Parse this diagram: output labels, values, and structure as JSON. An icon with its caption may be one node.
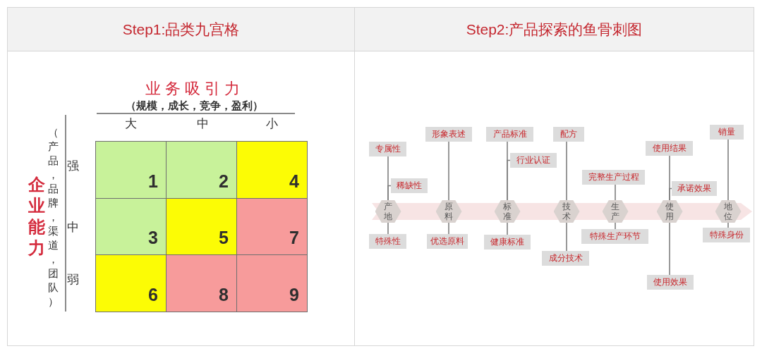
{
  "diagram": {
    "nodes": [
      {
        "text": [
          "Step1:品类九宫格"
        ]
      },
      {
        "text": [
          "Step2:产品探索的鱼骨刺图"
        ]
      },
      {
        "text": [
          "1"
        ],
        "in": 0
      },
      {
        "text": [
          "2"
        ],
        "in": 0
      },
      {
        "text": [
          "4"
        ],
        "in": 0
      },
      {
        "text": [
          "3"
        ],
        "in": 0
      },
      {
        "text": [
          "5"
        ],
        "in": 0
      },
      {
        "text": [
          "7"
        ],
        "in": 0
      },
      {
        "text": [
          "6"
        ],
        "in": 0
      },
      {
        "text": [
          "8"
        ],
        "in": 0
      },
      {
        "text": [
          "9"
        ],
        "in": 0
      },
      {
        "text": [
          "专属性"
        ],
        "in": 1
      },
      {
        "text": [
          "稀缺性"
        ],
        "in": 1
      },
      {
        "text": [
          "产地"
        ],
        "in": 1
      },
      {
        "text": [
          "特殊性"
        ],
        "in": 1
      },
      {
        "text": [
          "形象表述"
        ],
        "in": 1
      },
      {
        "text": [
          "原料"
        ],
        "in": 1
      },
      {
        "text": [
          "优选原料"
        ],
        "in": 1
      },
      {
        "text": [
          "产品标准"
        ],
        "in": 1
      },
      {
        "text": [
          "行业认证"
        ],
        "in": 1
      },
      {
        "text": [
          "标准"
        ],
        "in": 1
      },
      {
        "text": [
          "健康标准"
        ],
        "in": 1
      },
      {
        "text": [
          "配方"
        ],
        "in": 1
      },
      {
        "text": [
          "技术"
        ],
        "in": 1
      },
      {
        "text": [
          "成分技术"
        ],
        "in": 1
      },
      {
        "text": [
          "完整生产过程"
        ],
        "in": 1
      },
      {
        "text": [
          "生产"
        ],
        "in": 1
      },
      {
        "text": [
          "特殊生产环节"
        ],
        "in": 1
      },
      {
        "text": [
          "使用结果"
        ],
        "in": 1
      },
      {
        "text": [
          "承诺效果"
        ],
        "in": 1
      },
      {
        "text": [
          "使用"
        ],
        "in": 1
      },
      {
        "text": [
          "使用效果"
        ],
        "in": 1
      },
      {
        "text": [
          "销量"
        ],
        "in": 1
      },
      {
        "text": [
          "地位"
        ],
        "in": 1
      },
      {
        "text": [
          "特殊身份"
        ],
        "in": 1
      }
    ],
    "edges": [
      {
        "from": 13,
        "to": 11,
        "arrow": "none"
      },
      {
        "from": 13,
        "to": 12,
        "arrow": "none"
      },
      {
        "from": 13,
        "to": 14,
        "arrow": "none"
      },
      {
        "from": 16,
        "to": 15,
        "arrow": "none"
      },
      {
        "from": 16,
        "to": 17,
        "arrow": "none"
      },
      {
        "from": 20,
        "to": 18,
        "arrow": "none"
      },
      {
        "from": 20,
        "to": 19,
        "arrow": "none"
      },
      {
        "from": 20,
        "to": 21,
        "arrow": "none"
      },
      {
        "from": 23,
        "to": 22,
        "arrow": "none"
      },
      {
        "from": 23,
        "to": 24,
        "arrow": "none"
      },
      {
        "from": 26,
        "to": 25,
        "arrow": "none"
      },
      {
        "from": 26,
        "to": 27,
        "arrow": "none"
      },
      {
        "from": 30,
        "to": 28,
        "arrow": "none"
      },
      {
        "from": 30,
        "to": 29,
        "arrow": "none"
      },
      {
        "from": 30,
        "to": 31,
        "arrow": "none"
      },
      {
        "from": 33,
        "to": 32,
        "arrow": "none"
      },
      {
        "from": 33,
        "to": 34,
        "arrow": "none"
      }
    ],
    "labels": [
      "业务吸引力",
      "（规模，成长，竞争，盈利）",
      "大",
      "中",
      "小",
      "企业能力",
      "（产品，品牌，渠道，团队）",
      "强",
      "中",
      "弱"
    ]
  }
}
